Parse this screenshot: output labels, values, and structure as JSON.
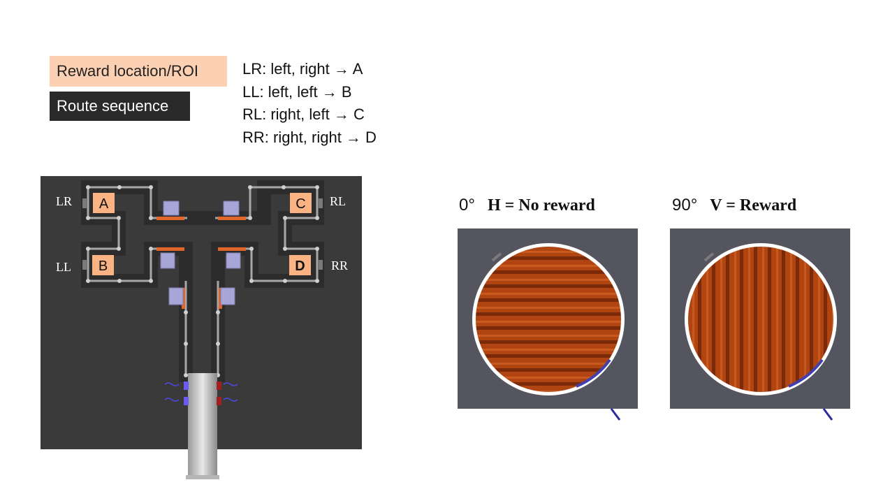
{
  "legend": {
    "reward_label": "Reward location/ROI",
    "route_label": "Route sequence",
    "reward_color": "#fcd0b3",
    "route_color": "#2a2a2a"
  },
  "routes": [
    "LR: left, right → A",
    "LL: left, left → B",
    "RL: right, left → C",
    "RR: right, right → D"
  ],
  "maze": {
    "reward_boxes": [
      "A",
      "B",
      "C",
      "D"
    ],
    "route_labels": [
      "LR",
      "LL",
      "RL",
      "RR"
    ],
    "floor_color": "#3a3a3a",
    "reward_color": "#fcb384"
  },
  "gratings": [
    {
      "angle": "0°",
      "label": "H = No reward",
      "orientation": "horizontal"
    },
    {
      "angle": "90°",
      "label": "V = Reward",
      "orientation": "vertical"
    }
  ]
}
